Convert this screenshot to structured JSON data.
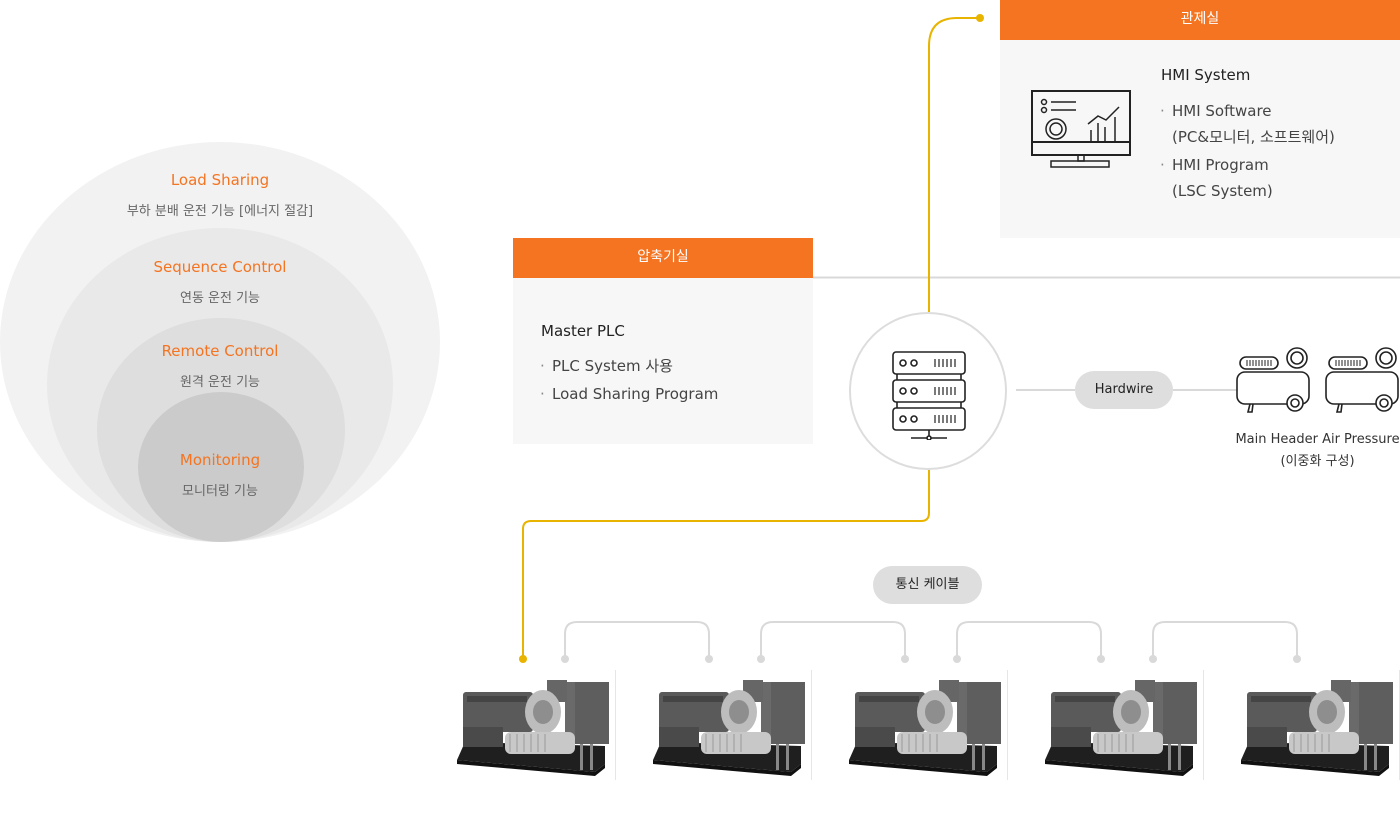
{
  "circles": [
    {
      "title": "Load Sharing",
      "subtitle": "부하 분배 운전 기능 [에너지 절감]"
    },
    {
      "title": "Sequence Control",
      "subtitle": "연동 운전 기능"
    },
    {
      "title": "Remote Control",
      "subtitle": "원격 운전 기능"
    },
    {
      "title": "Monitoring",
      "subtitle": "모니터링 기능"
    }
  ],
  "control_room": {
    "header": "관제실",
    "title": "HMI System",
    "items": [
      {
        "line1": "HMI Software",
        "line2": "(PC&모니터, 소프트웨어)"
      },
      {
        "line1": "HMI Program",
        "line2": "(LSC System)"
      }
    ],
    "icon": "monitor-dashboard-icon"
  },
  "compressor_room": {
    "header": "압축기실",
    "title": "Master PLC",
    "items": [
      "PLC System 사용",
      "Load Sharing Program"
    ]
  },
  "server": {
    "icon": "server-rack-icon"
  },
  "hardwire": {
    "label": "Hardwire"
  },
  "air_pressure": {
    "label_line1": "Main Header Air Pressure",
    "label_line2": "(이중화 구성)",
    "icon": "air-compressor-icon"
  },
  "cable": {
    "label": "통신 케이블"
  },
  "compressors": {
    "count": 5,
    "icon": "centrifugal-compressor-icon"
  },
  "colors": {
    "accent": "#f47421",
    "link_active": "#e8b400",
    "link_inactive": "#d9d9d9",
    "panel_bg": "#f7f7f7"
  }
}
